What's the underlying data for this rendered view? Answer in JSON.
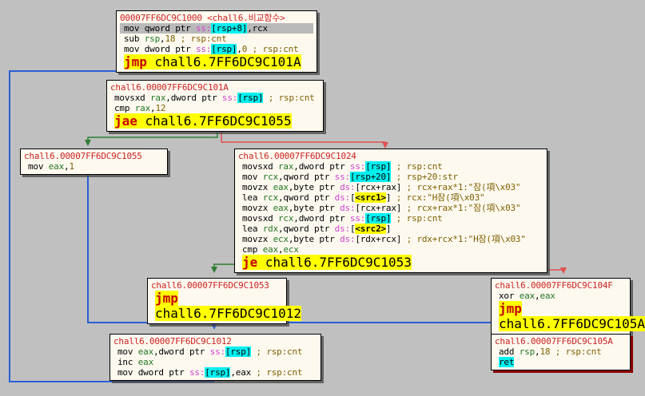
{
  "app": {
    "name": "x64dbg-graph-view",
    "background_color": "#c0c0c0",
    "node_fill": "#fdf9ef",
    "edge_colors": {
      "taken": "#2e7d32",
      "not_taken": "#e05050",
      "unconditional": "#2a5fd6"
    }
  },
  "nodes": [
    {
      "id": "n1000",
      "header": "00007FF6DC9C1000 <chall6.비교함수>",
      "lines": [
        "mov qword ptr ss:[rsp+8],rcx",
        "sub rsp,18 ; rsp:cnt",
        "mov dword ptr ss:[rsp],0 ; rsp:cnt",
        "jmp chall6.7FF6DC9C101A"
      ]
    },
    {
      "id": "n101A",
      "header": "chall6.00007FF6DC9C101A",
      "lines": [
        "movsxd rax,dword ptr ss:[rsp] ; rsp:cnt",
        "cmp rax,12",
        "jae chall6.7FF6DC9C1055"
      ]
    },
    {
      "id": "n1055",
      "header": "chall6.00007FF6DC9C1055",
      "lines": [
        "mov eax,1"
      ]
    },
    {
      "id": "n1024",
      "header": "chall6.00007FF6DC9C1024",
      "lines": [
        "movsxd rax,dword ptr ss:[rsp] ; rsp:cnt",
        "mov rcx,qword ptr ss:[rsp+20] ; rsp+20:str",
        "movzx eax,byte ptr ds:[rcx+rax] ; rcx+rax*1:\"잠(項\\x03\"",
        "lea rcx,qword ptr ds:[<src1>] ; rcx:\"H잠(項\\x03\"",
        "movzx eax,byte ptr ds:[rcx+rax] ; rcx+rax*1:\"잠(項\\x03\"",
        "movsxd rcx,dword ptr ss:[rsp] ; rsp:cnt",
        "lea rdx,qword ptr ds:[<src2>]",
        "movzx ecx,byte ptr ds:[rdx+rcx] ; rdx+rcx*1:\"H잠(項\\x03\"",
        "cmp eax,ecx",
        "je chall6.7FF6DC9C1053"
      ]
    },
    {
      "id": "n1053",
      "header": "chall6.00007FF6DC9C1053",
      "lines": [
        "jmp chall6.7FF6DC9C1012"
      ]
    },
    {
      "id": "n104F",
      "header": "chall6.00007FF6DC9C104F",
      "lines": [
        "xor eax,eax",
        "jmp chall6.7FF6DC9C105A"
      ]
    },
    {
      "id": "n1012",
      "header": "chall6.00007FF6DC9C1012",
      "lines": [
        "mov eax,dword ptr ss:[rsp] ; rsp:cnt",
        "inc eax",
        "mov dword ptr ss:[rsp],eax ; rsp:cnt"
      ]
    },
    {
      "id": "n105A",
      "header": "chall6.00007FF6DC9C105A",
      "lines": [
        "add rsp,18 ; rsp:cnt",
        "ret"
      ]
    }
  ],
  "edges": [
    {
      "from": "n1000",
      "to": "n101A",
      "kind": "unconditional",
      "style": "dashed"
    },
    {
      "from": "n101A",
      "to": "n1055",
      "kind": "taken"
    },
    {
      "from": "n101A",
      "to": "n1024",
      "kind": "not_taken"
    },
    {
      "from": "n1024",
      "to": "n1053",
      "kind": "taken"
    },
    {
      "from": "n1024",
      "to": "n104F",
      "kind": "not_taken"
    },
    {
      "from": "n1053",
      "to": "n1012",
      "kind": "unconditional"
    },
    {
      "from": "n1012",
      "to": "n101A",
      "kind": "unconditional"
    },
    {
      "from": "n1055",
      "to": "n105A",
      "kind": "unconditional"
    },
    {
      "from": "n104F",
      "to": "n105A",
      "kind": "unconditional"
    }
  ],
  "n1000": {
    "header": "00007FF6DC9C1000 <chall6.비교함수>",
    "l0": {
      "m": "mov",
      "a": "qword ptr ",
      "seg": "ss:",
      "mem": "[rsp+8]",
      "tail": ",rcx"
    },
    "l1": {
      "m": "sub",
      "reg": "rsp",
      "c1": ",",
      "num": "18",
      "cmt": " ; rsp:cnt"
    },
    "l2": {
      "m": "mov",
      "a": "dword ptr ",
      "seg": "ss:",
      "mem": "[rsp]",
      "c1": ",",
      "num": "0",
      "cmt": " ; rsp:cnt"
    },
    "l3": {
      "m": "jmp",
      "t": "chall6.7FF6DC9C101A"
    }
  },
  "n101A": {
    "header": "chall6.00007FF6DC9C101A",
    "l0": {
      "m": "movsxd",
      "reg": "rax",
      "a": ",dword ptr ",
      "seg": "ss:",
      "mem": "[rsp]",
      "cmt": " ; rsp:cnt"
    },
    "l1": {
      "m": "cmp",
      "reg": "rax",
      "c1": ",",
      "num": "12"
    },
    "l2": {
      "m": "jae",
      "t": "chall6.7FF6DC9C1055"
    }
  },
  "n1055": {
    "header": "chall6.00007FF6DC9C1055",
    "l0": {
      "m": "mov",
      "reg": "eax",
      "c1": ",",
      "num": "1"
    }
  },
  "n1024": {
    "header": "chall6.00007FF6DC9C1024",
    "l0": {
      "m": "movsxd",
      "reg": "rax",
      "a": ",dword ptr ",
      "seg": "ss:",
      "mem": "[rsp]",
      "cmt": " ; rsp:cnt"
    },
    "l1": {
      "m": "mov",
      "reg": "rcx",
      "a": ",qword ptr ",
      "seg": "ss:",
      "mem": "[rsp+20]",
      "cmt": " ; rsp+20:str"
    },
    "l2": {
      "m": "movzx",
      "reg": "eax",
      "a": ",byte ptr ",
      "seg": "ds:",
      "mem2": "[rcx+rax]",
      "cmt": " ; rcx+rax*1:\"잠(項\\x03\""
    },
    "l3": {
      "m": "lea",
      "reg": "rcx",
      "a": ",qword ptr ",
      "seg": "ds:",
      "pre": "[",
      "sym": "<src1>",
      "post": "]",
      "cmt": " ; rcx:\"H잠(項\\x03\""
    },
    "l4": {
      "m": "movzx",
      "reg": "eax",
      "a": ",byte ptr ",
      "seg": "ds:",
      "mem2": "[rcx+rax]",
      "cmt": " ; rcx+rax*1:\"잠(項\\x03\""
    },
    "l5": {
      "m": "movsxd",
      "reg": "rcx",
      "a": ",dword ptr ",
      "seg": "ss:",
      "mem": "[rsp]",
      "cmt": " ; rsp:cnt"
    },
    "l6": {
      "m": "lea",
      "reg": "rdx",
      "a": ",qword ptr ",
      "seg": "ds:",
      "pre": "[",
      "sym": "<src2>",
      "post": "]"
    },
    "l7": {
      "m": "movzx",
      "reg": "ecx",
      "a": ",byte ptr ",
      "seg": "ds:",
      "mem2": "[rdx+rcx]",
      "cmt": " ; rdx+rcx*1:\"H잠(項\\x03\""
    },
    "l8": {
      "m": "cmp",
      "reg": "eax",
      "c1": ",",
      "reg2": "ecx"
    },
    "l9": {
      "m": "je",
      "t": "chall6.7FF6DC9C1053"
    }
  },
  "n1053": {
    "header": "chall6.00007FF6DC9C1053",
    "l0": {
      "m": "jmp",
      "t": "chall6.7FF6DC9C1012"
    }
  },
  "n104F": {
    "header": "chall6.00007FF6DC9C104F",
    "l0": {
      "m": "xor",
      "reg": "eax",
      "c1": ",",
      "reg2": "eax"
    },
    "l1": {
      "m": "jmp",
      "t": "chall6.7FF6DC9C105A"
    }
  },
  "n1012": {
    "header": "chall6.00007FF6DC9C1012",
    "l0": {
      "m": "mov",
      "reg": "eax",
      "a": ",dword ptr ",
      "seg": "ss:",
      "mem": "[rsp]",
      "cmt": " ; rsp:cnt"
    },
    "l1": {
      "m": "inc",
      "reg": "eax"
    },
    "l2": {
      "m": "mov",
      "a": "dword ptr ",
      "seg": "ss:",
      "mem": "[rsp]",
      "tail2": ",eax",
      "cmt": " ; rsp:cnt"
    }
  },
  "n105A": {
    "header": "chall6.00007FF6DC9C105A",
    "l0": {
      "m": "add",
      "reg": "rsp",
      "c1": ",",
      "num": "18",
      "cmt": " ; rsp:cnt"
    },
    "l1": {
      "m": "ret"
    }
  }
}
